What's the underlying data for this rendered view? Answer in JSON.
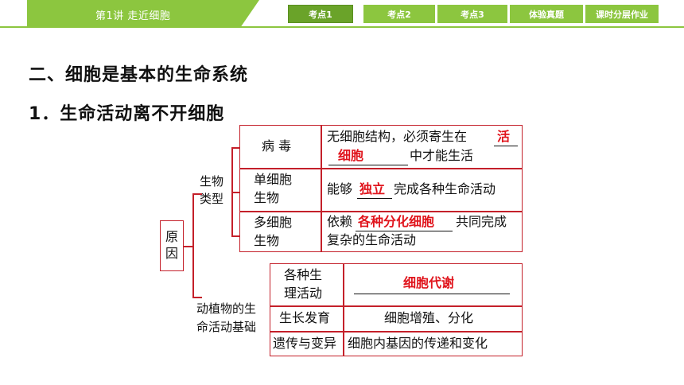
{
  "header": {
    "chapter": "第1讲   走近细胞",
    "nav": [
      {
        "label": "考点1",
        "active": true
      },
      {
        "label": "考点2",
        "active": false
      },
      {
        "label": "考点3",
        "active": false
      },
      {
        "label": "体验真题",
        "active": false
      },
      {
        "label": "课时分层作业",
        "active": false
      }
    ]
  },
  "section_title": "二、细胞是基本的生命系统",
  "subsection_title": "1．生命活动离不开细胞",
  "diagram": {
    "root": "原因",
    "branch_types": {
      "label_line1": "生物",
      "label_line2": "类型",
      "rows": [
        {
          "name": "病 毒",
          "desc_line1": "无细胞结构，必须寄生在",
          "blank1": "活",
          "blank2": "细胞",
          "desc_line2_suffix": "中才能生活"
        },
        {
          "name_line1": "单细胞",
          "name_line2": "生物",
          "desc_prefix": "能够",
          "blank": "独立",
          "desc_suffix": "完成各种生命活动"
        },
        {
          "name_line1": "多细胞",
          "name_line2": "生物",
          "desc_prefix": "依赖",
          "blank": "各种分化细胞",
          "desc_suffix": "共同完成",
          "desc_line2": "复杂的生命活动"
        }
      ]
    },
    "branch_basis": {
      "label_line1": "动植物的生",
      "label_line2": "命活动基础",
      "rows": [
        {
          "name_line1": "各种生",
          "name_line2": "理活动",
          "blank": "细胞代谢"
        },
        {
          "name": "生长发育",
          "desc": "细胞增殖、分化"
        },
        {
          "name": "遗传与变异",
          "desc": "细胞内基因的传递和变化"
        }
      ]
    }
  },
  "colors": {
    "accent": "#8cc63f",
    "accent_active": "#6aa329",
    "box_border": "#c4202a",
    "answer": "#e0141c"
  }
}
